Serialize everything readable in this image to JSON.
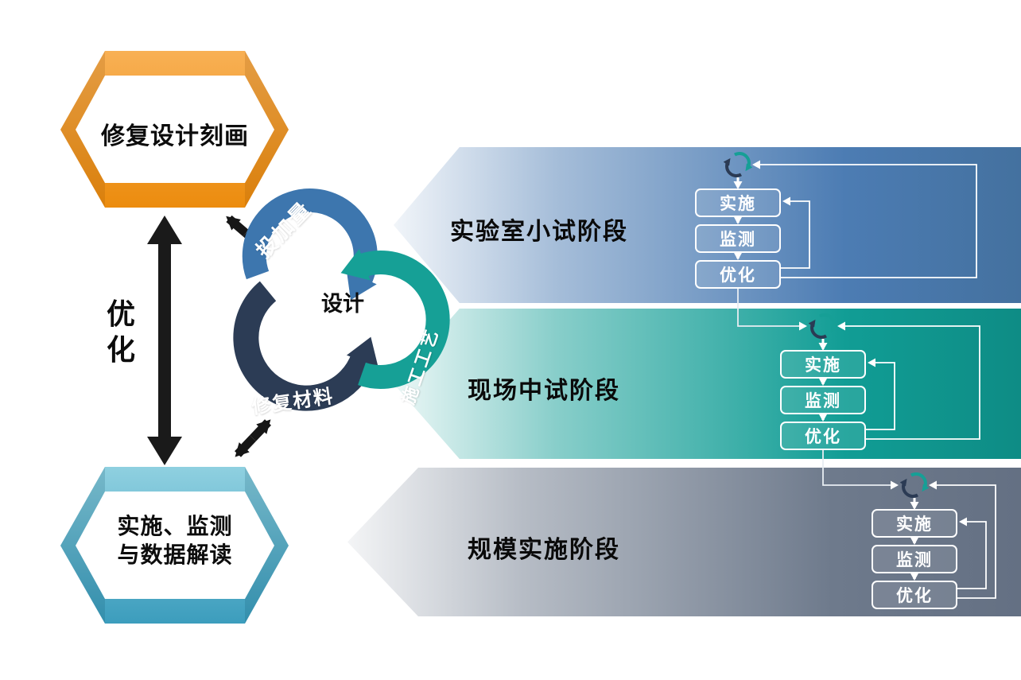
{
  "diagram": {
    "left_top_box": {
      "label": "修复设计刻画"
    },
    "left_bottom_box": {
      "line1": "实施、监测",
      "line2": "与数据解读"
    },
    "optimize": {
      "char1": "优",
      "char2": "化"
    },
    "cycle": {
      "center": "设计",
      "arc_dosage": "投加量",
      "arc_process": "施工工艺",
      "arc_material": "修复材料",
      "colors": {
        "dosage": "#3d76ae",
        "process": "#16a096",
        "material": "#2c3c55"
      }
    },
    "stages": [
      {
        "title": "实验室小试阶段",
        "steps": [
          "实施",
          "监测",
          "优化"
        ],
        "color": "#4c7cb3"
      },
      {
        "title": "现场中试阶段",
        "steps": [
          "实施",
          "监测",
          "优化"
        ],
        "color": "#119d95"
      },
      {
        "title": "规模实施阶段",
        "steps": [
          "实施",
          "监测",
          "优化"
        ],
        "color": "#6e7a8c"
      }
    ]
  }
}
